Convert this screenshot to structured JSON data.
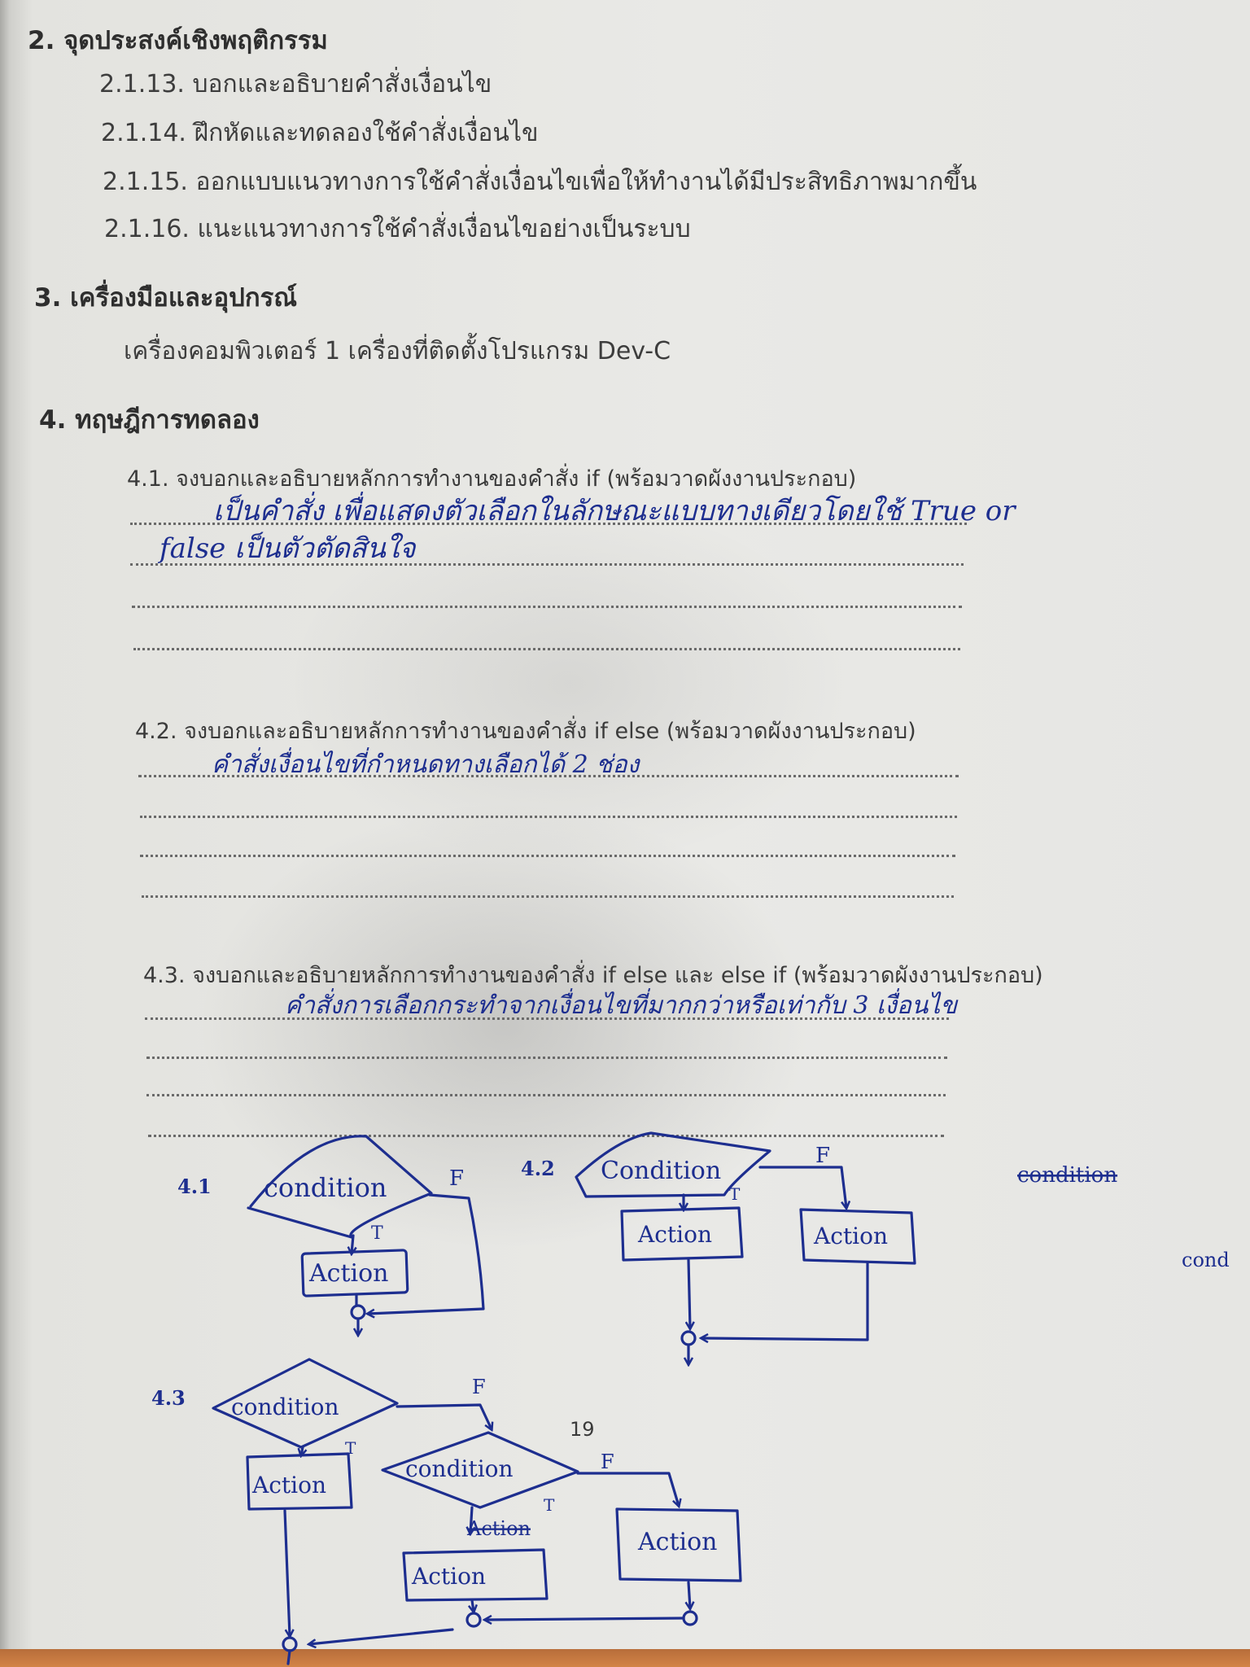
{
  "sections": {
    "s2": {
      "heading": "2. จุดประสงค์เชิงพฤติกรรม",
      "items": [
        "2.1.13. บอกและอธิบายคำสั่งเงื่อนไข",
        "2.1.14. ฝึกหัดและทดลองใช้คำสั่งเงื่อนไข",
        "2.1.15. ออกแบบแนวทางการใช้คำสั่งเงื่อนไขเพื่อให้ทำงานได้มีประสิทธิภาพมากขึ้น",
        "2.1.16. แนะแนวทางการใช้คำสั่งเงื่อนไขอย่างเป็นระบบ"
      ]
    },
    "s3": {
      "heading": "3. เครื่องมือและอุปกรณ์",
      "text": "เครื่องคอมพิวเตอร์ 1 เครื่องที่ติดตั้งโปรแกรม Dev-C"
    },
    "s4": {
      "heading": "4. ทฤษฎีการทดลอง",
      "q1": {
        "prompt": "4.1. จงบอกและอธิบายหลักการทำงานของคำสั่ง if (พร้อมวาดผังงานประกอบ)",
        "answer_line1": "เป็นคำสั่ง เพื่อแสดงตัวเลือกในลักษณะแบบทางเดียวโดยใช้ True or",
        "answer_line2": "false เป็นตัวตัดสินใจ"
      },
      "q2": {
        "prompt": "4.2. จงบอกและอธิบายหลักการทำงานของคำสั่ง if else (พร้อมวาดผังงานประกอบ)",
        "answer_line1": "คำสั่งเงื่อนไขที่กำหนดทางเลือกได้ 2 ช่อง"
      },
      "q3": {
        "prompt": "4.3. จงบอกและอธิบายหลักการทำงานของคำสั่ง if else และ else if (พร้อมวาดผังงานประกอบ)",
        "answer_line1": "คำสั่งการเลือกกระทำจากเงื่อนไขที่มากกว่าหรือเท่ากับ 3 เงื่อนไข"
      }
    }
  },
  "drawings": {
    "f41": {
      "label": "4.1",
      "condition": "condition",
      "action": "Action",
      "true_mark": "T",
      "false_mark": "F"
    },
    "f42": {
      "label": "4.2",
      "condition": "Condition",
      "action_left": "Action",
      "action_right": "Action",
      "true_mark": "T",
      "false_mark": "F"
    },
    "f43": {
      "label": "4.3",
      "condition1": "condition",
      "condition2": "condition",
      "action1": "Action",
      "action_struck": "Action",
      "action2": "Action",
      "action3": "Action",
      "true_mark1": "T",
      "false_mark1": "F",
      "true_mark2": "T",
      "false_mark2": "F"
    },
    "margin_word1": "condition",
    "margin_word2": "cond"
  },
  "page_number": "19",
  "colors": {
    "ink": "#1d2e8f",
    "print": "#3a3a3a",
    "paper": "#e6e6e3"
  }
}
